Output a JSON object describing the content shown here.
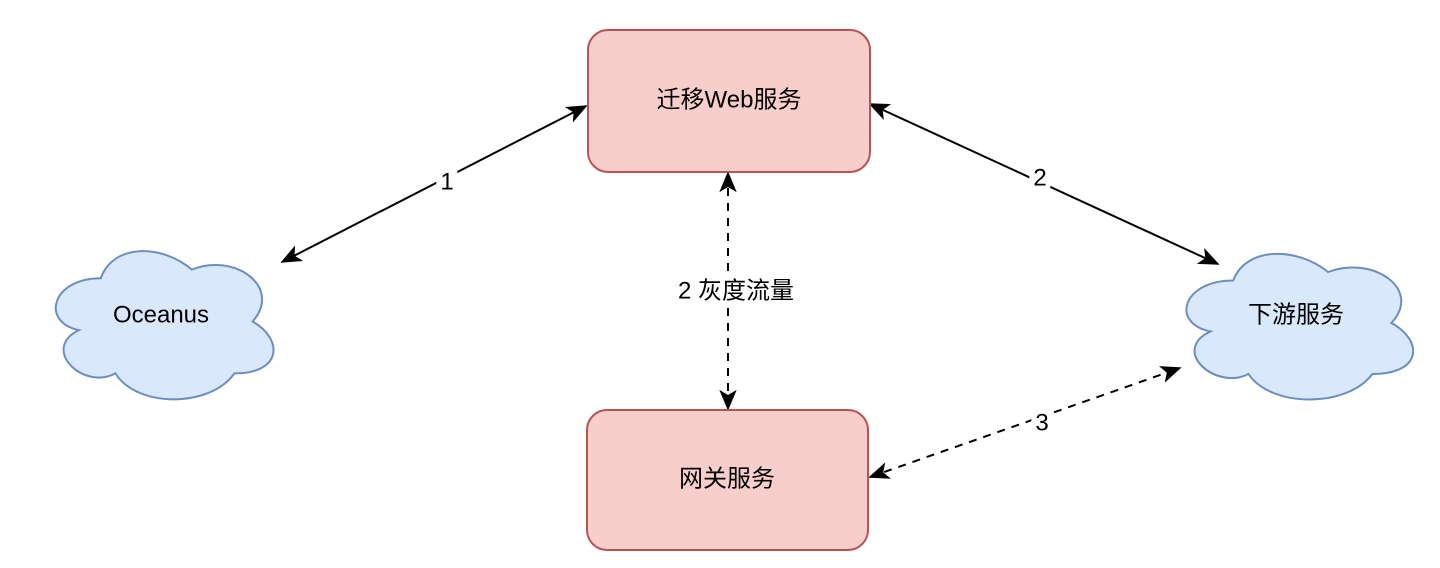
{
  "diagram": {
    "nodes": [
      {
        "id": "oceanus",
        "label": "Oceanus",
        "shape": "cloud"
      },
      {
        "id": "migration-web-service",
        "label": "迁移Web服务",
        "shape": "rounded-rectangle"
      },
      {
        "id": "gateway-service",
        "label": "网关服务",
        "shape": "rounded-rectangle"
      },
      {
        "id": "downstream-service",
        "label": "下游服务",
        "shape": "cloud"
      }
    ],
    "edges": [
      {
        "label": "1",
        "from": "oceanus",
        "to": "migration-web-service",
        "line": "solid",
        "arrows": "both"
      },
      {
        "label": "2",
        "from": "migration-web-service",
        "to": "downstream-service",
        "line": "solid",
        "arrows": "both"
      },
      {
        "label": "2 灰度流量",
        "from": "migration-web-service",
        "to": "gateway-service",
        "line": "dashed",
        "arrows": "both"
      },
      {
        "label": "3",
        "from": "gateway-service",
        "to": "downstream-service",
        "line": "dashed",
        "arrows": "both"
      }
    ],
    "colors": {
      "service_box_fill": "#f8cecc",
      "service_box_border": "#b85450",
      "cloud_fill": "#dae8fc",
      "cloud_border": "#6c8ebf",
      "edge_line": "#000000",
      "label_text": "#000000",
      "background": "#ffffff"
    }
  }
}
